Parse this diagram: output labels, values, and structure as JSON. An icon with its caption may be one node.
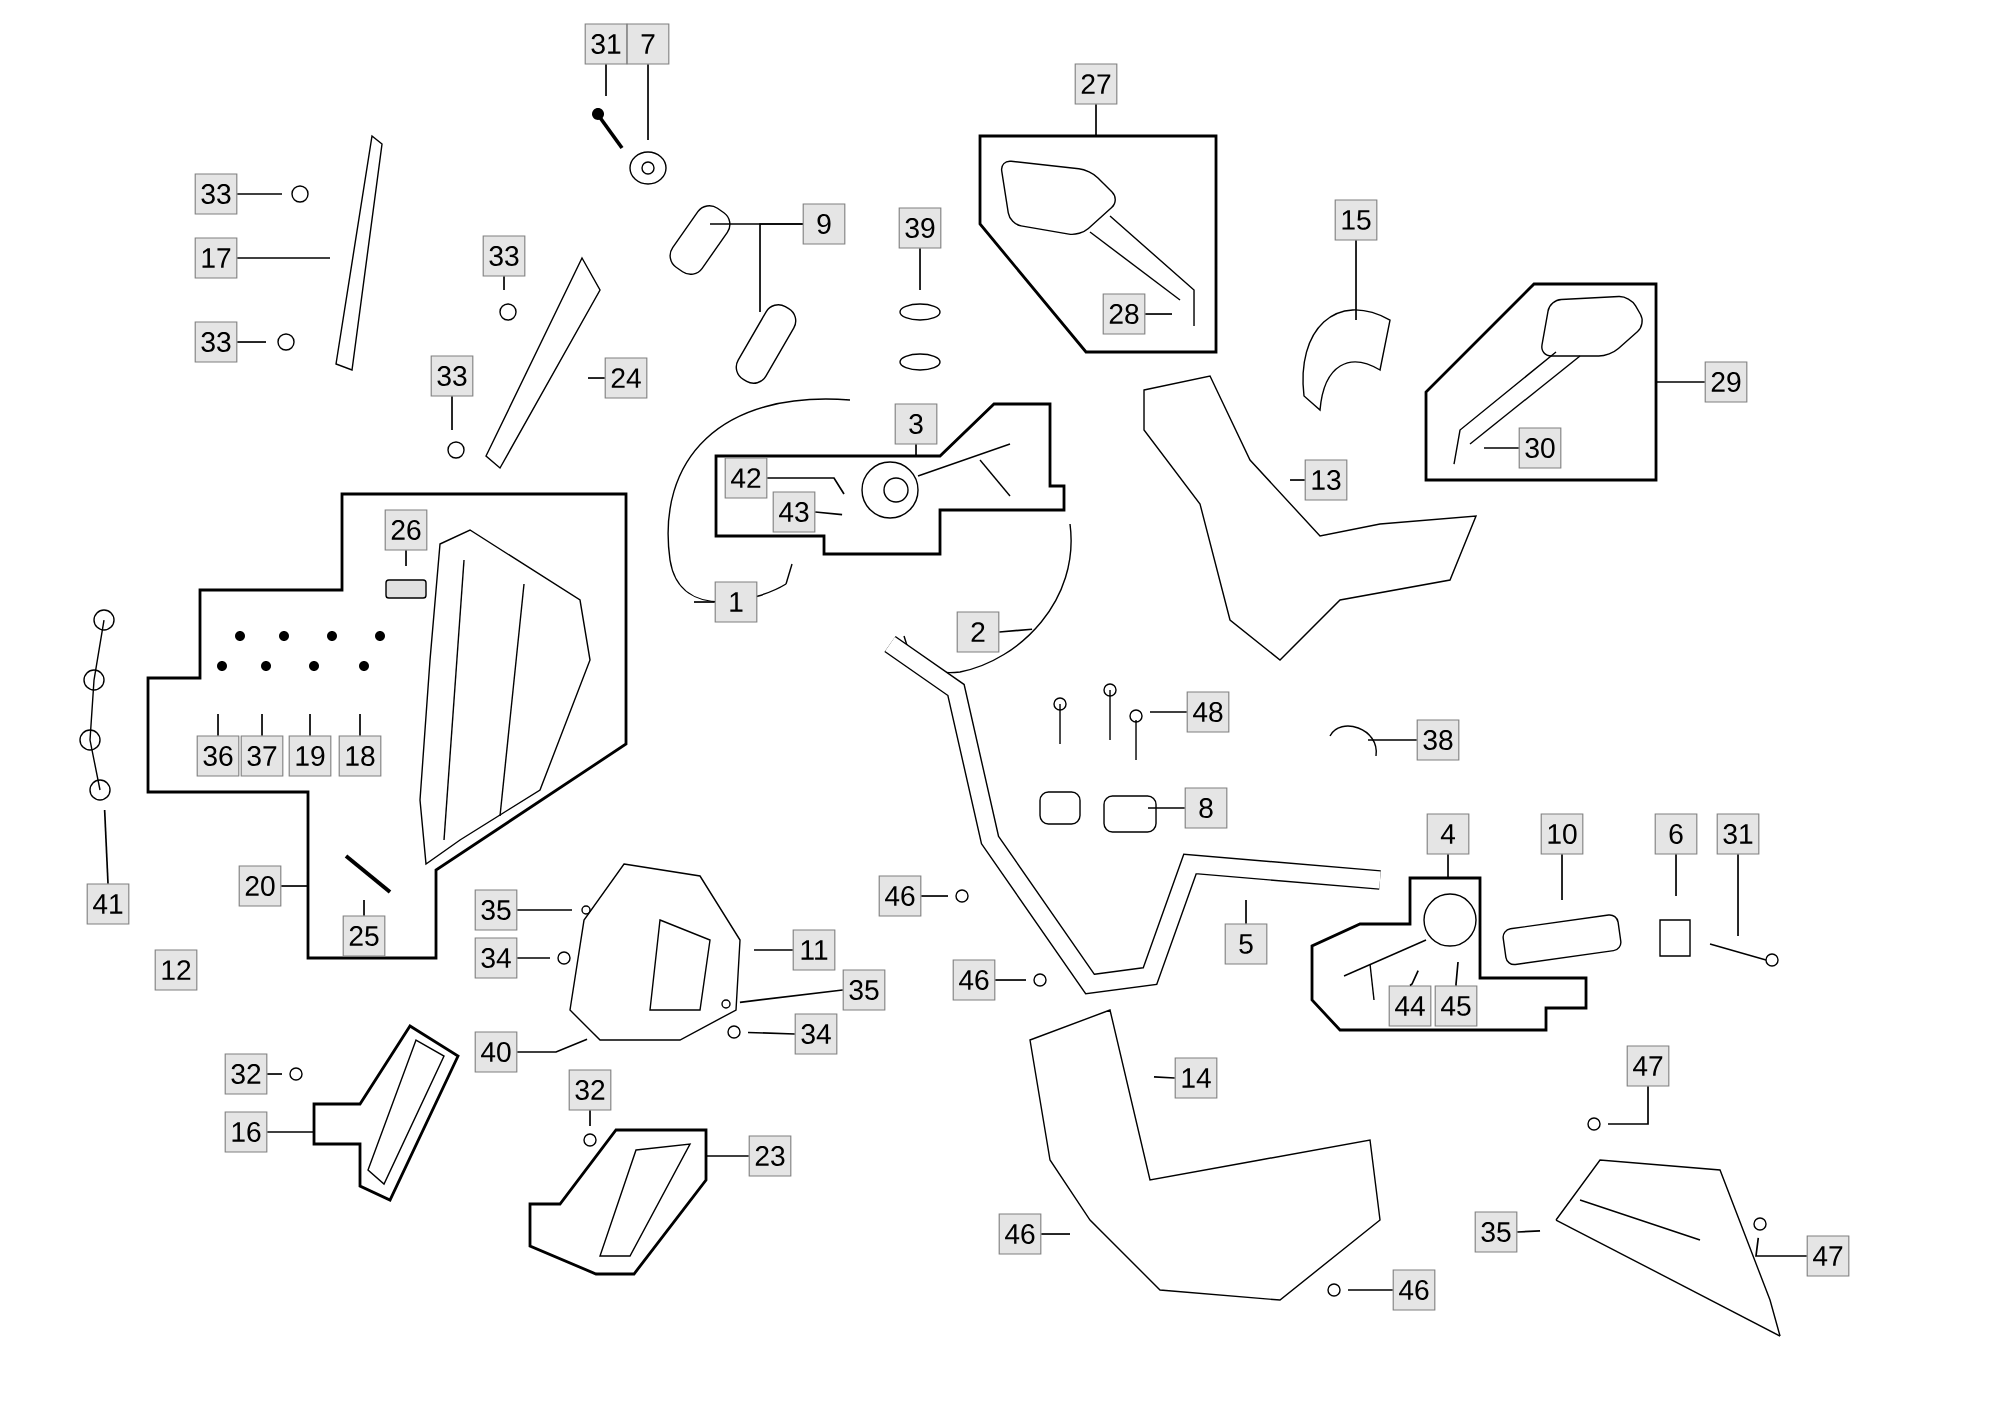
{
  "diagram": {
    "nodes": [
      {
        "text": [
          "31"
        ]
      },
      {
        "text": [
          "7"
        ]
      },
      {
        "text": [
          "33"
        ]
      },
      {
        "text": [
          "17"
        ]
      },
      {
        "text": [
          "33"
        ]
      },
      {
        "text": [
          "9"
        ]
      },
      {
        "text": [
          "39"
        ]
      },
      {
        "text": [
          "27"
        ]
      },
      {
        "text": [],
        "shape": "box"
      },
      {
        "text": [
          "28"
        ],
        "in": 8
      },
      {
        "text": [
          "15"
        ]
      },
      {
        "text": [
          "33"
        ]
      },
      {
        "text": [
          "24"
        ]
      },
      {
        "text": [
          "33"
        ]
      },
      {
        "text": [],
        "shape": "box"
      },
      {
        "text": [
          "29"
        ]
      },
      {
        "text": [
          "30"
        ],
        "in": 14
      },
      {
        "text": [
          "13"
        ]
      },
      {
        "text": [
          "3"
        ]
      },
      {
        "text": [],
        "shape": "box"
      },
      {
        "text": [
          "42"
        ],
        "in": 19
      },
      {
        "text": [
          "43"
        ],
        "in": 19
      },
      {
        "text": [],
        "shape": "box"
      },
      {
        "text": [
          "26"
        ],
        "in": 22
      },
      {
        "text": [
          "36"
        ],
        "in": 22
      },
      {
        "text": [
          "37"
        ],
        "in": 22
      },
      {
        "text": [
          "19"
        ],
        "in": 22
      },
      {
        "text": [
          "18"
        ],
        "in": 22
      },
      {
        "text": [
          "25"
        ],
        "in": 22
      },
      {
        "text": [
          "20"
        ]
      },
      {
        "text": [
          "41"
        ]
      },
      {
        "text": [
          "1"
        ]
      },
      {
        "text": [
          "2"
        ]
      },
      {
        "text": [
          "48"
        ]
      },
      {
        "text": [
          "38"
        ]
      },
      {
        "text": [
          "8"
        ]
      },
      {
        "text": [
          "4"
        ]
      },
      {
        "text": [],
        "shape": "box"
      },
      {
        "text": [
          "44"
        ],
        "in": 37
      },
      {
        "text": [
          "45"
        ],
        "in": 37
      },
      {
        "text": [
          "10"
        ]
      },
      {
        "text": [
          "6"
        ]
      },
      {
        "text": [
          "31"
        ]
      },
      {
        "text": [
          "5"
        ]
      },
      {
        "text": [
          "46"
        ]
      },
      {
        "text": [
          "35"
        ]
      },
      {
        "text": [
          "34"
        ]
      },
      {
        "text": [
          "11"
        ]
      },
      {
        "text": [
          "46"
        ]
      },
      {
        "text": [
          "35"
        ]
      },
      {
        "text": [
          "34"
        ]
      },
      {
        "text": [
          "40"
        ]
      },
      {
        "text": [
          "32"
        ]
      },
      {
        "text": [
          "16"
        ]
      },
      {
        "text": [],
        "shape": "box"
      },
      {
        "text": [
          "32"
        ]
      },
      {
        "text": [
          "23"
        ]
      },
      {
        "text": [],
        "shape": "box"
      },
      {
        "text": [
          "14"
        ]
      },
      {
        "text": [
          "46"
        ]
      },
      {
        "text": [
          "47"
        ]
      },
      {
        "text": [
          "35"
        ]
      },
      {
        "text": [
          "47"
        ]
      },
      {
        "text": [
          "46"
        ]
      },
      {
        "text": [
          "12"
        ]
      }
    ],
    "edges": [
      {
        "from": 0,
        "to": null,
        "arrow": "none"
      },
      {
        "from": 1,
        "to": null,
        "arrow": "none"
      },
      {
        "from": 2,
        "to": null,
        "arrow": "none"
      },
      {
        "from": 3,
        "to": null,
        "arrow": "none"
      },
      {
        "from": 4,
        "to": null,
        "arrow": "none"
      },
      {
        "from": 5,
        "to": null,
        "arrow": "none"
      },
      {
        "from": 5,
        "to": null,
        "arrow": "none"
      },
      {
        "from": 6,
        "to": null,
        "arrow": "none"
      },
      {
        "from": 7,
        "to": 8,
        "arrow": "none"
      },
      {
        "from": 9,
        "to": null,
        "arrow": "none"
      },
      {
        "from": 10,
        "to": null,
        "arrow": "none"
      },
      {
        "from": 11,
        "to": null,
        "arrow": "none"
      },
      {
        "from": 12,
        "to": null,
        "arrow": "none"
      },
      {
        "from": 13,
        "to": null,
        "arrow": "none"
      },
      {
        "from": 15,
        "to": 14,
        "arrow": "none"
      },
      {
        "from": 16,
        "to": null,
        "arrow": "none"
      },
      {
        "from": 17,
        "to": null,
        "arrow": "none"
      },
      {
        "from": 18,
        "to": 19,
        "arrow": "none"
      },
      {
        "from": 20,
        "to": null,
        "arrow": "none"
      },
      {
        "from": 21,
        "to": null,
        "arrow": "none"
      },
      {
        "from": 23,
        "to": null,
        "arrow": "none"
      },
      {
        "from": 24,
        "to": null,
        "arrow": "none"
      },
      {
        "from": 25,
        "to": null,
        "arrow": "none"
      },
      {
        "from": 26,
        "to": null,
        "arrow": "none"
      },
      {
        "from": 27,
        "to": null,
        "arrow": "none"
      },
      {
        "from": 28,
        "to": null,
        "arrow": "none"
      },
      {
        "from": 29,
        "to": 22,
        "arrow": "none"
      },
      {
        "from": 30,
        "to": null,
        "arrow": "none"
      },
      {
        "from": 31,
        "to": null,
        "arrow": "none"
      },
      {
        "from": 32,
        "to": null,
        "arrow": "none"
      },
      {
        "from": 33,
        "to": null,
        "arrow": "none"
      },
      {
        "from": 34,
        "to": null,
        "arrow": "none"
      },
      {
        "from": 35,
        "to": null,
        "arrow": "none"
      },
      {
        "from": 36,
        "to": 37,
        "arrow": "none"
      },
      {
        "from": 38,
        "to": null,
        "arrow": "none"
      },
      {
        "from": 39,
        "to": null,
        "arrow": "none"
      },
      {
        "from": 40,
        "to": null,
        "arrow": "none"
      },
      {
        "from": 41,
        "to": null,
        "arrow": "none"
      },
      {
        "from": 42,
        "to": null,
        "arrow": "none"
      },
      {
        "from": 43,
        "to": null,
        "arrow": "none"
      },
      {
        "from": 44,
        "to": null,
        "arrow": "none"
      },
      {
        "from": 45,
        "to": null,
        "arrow": "none"
      },
      {
        "from": 46,
        "to": null,
        "arrow": "none"
      },
      {
        "from": 47,
        "to": null,
        "arrow": "none"
      },
      {
        "from": 48,
        "to": null,
        "arrow": "none"
      },
      {
        "from": 49,
        "to": null,
        "arrow": "none"
      },
      {
        "from": 50,
        "to": null,
        "arrow": "none"
      },
      {
        "from": 51,
        "to": null,
        "arrow": "none"
      },
      {
        "from": 52,
        "to": null,
        "arrow": "none"
      },
      {
        "from": 53,
        "to": 54,
        "arrow": "none"
      },
      {
        "from": 55,
        "to": null,
        "arrow": "none"
      },
      {
        "from": 56,
        "to": 57,
        "arrow": "none"
      },
      {
        "from": 58,
        "to": null,
        "arrow": "none"
      },
      {
        "from": 59,
        "to": null,
        "arrow": "none"
      },
      {
        "from": 60,
        "to": null,
        "arrow": "none"
      },
      {
        "from": 61,
        "to": null,
        "arrow": "none"
      },
      {
        "from": 62,
        "to": null,
        "arrow": "none"
      },
      {
        "from": 63,
        "to": null,
        "arrow": "none"
      }
    ]
  }
}
